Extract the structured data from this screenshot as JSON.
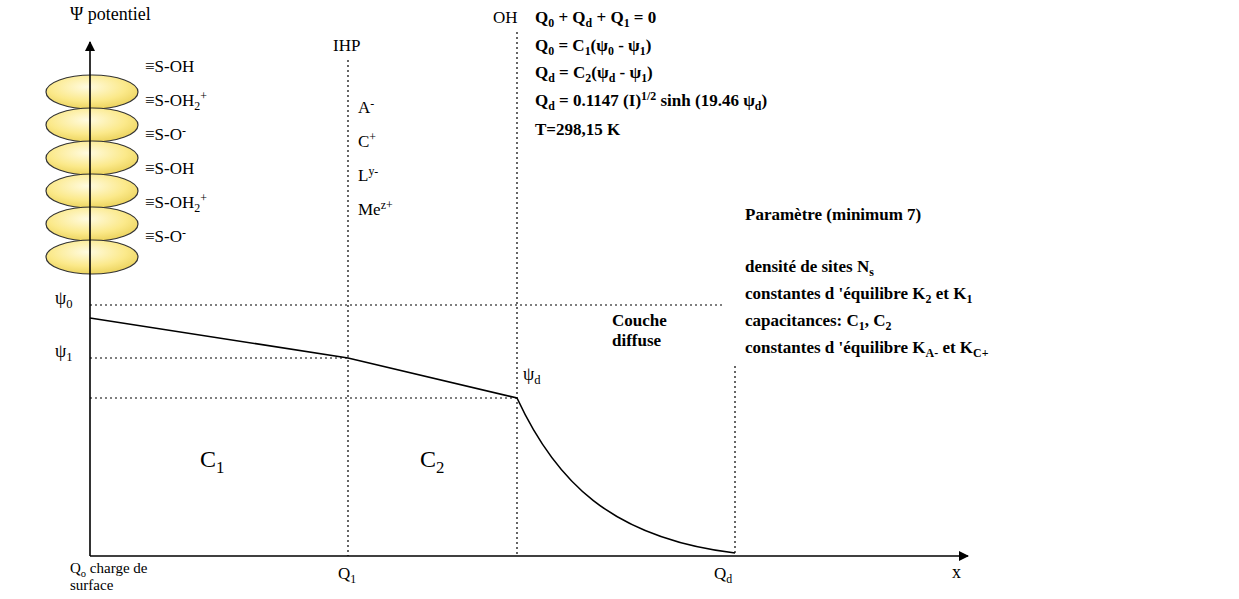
{
  "diagram": {
    "labels": [
      "Ψ potentiel",
      "IHP",
      "OH",
      "Q0 + Qd + Q1 = 0",
      "Q0 = C1(ψ0 - ψ1)",
      "Qd = C2(ψd - ψ1)",
      "Qd = 0.1147 (I)1/2 sinh (19.46 ψd)",
      "T=298,15 K",
      "Paramètre (minimum 7)",
      "densité de sites Ns",
      "constantes d 'équilibre K2 et K1",
      "capacitances: C1, C2",
      "constantes d 'équilibre KA- et KC+",
      "≡S-OH",
      "≡S-OH2+",
      "≡S-O-",
      "≡S-OH",
      "≡S-OH2+",
      "≡S-O-",
      "A-",
      "C+",
      "Ly-",
      "Mez+",
      "ψ0",
      "ψ1",
      "Couche diffuse",
      "ψd",
      "C1",
      "C2",
      "Q1",
      "Qd",
      "x",
      "Qo charge de surface"
    ]
  }
}
